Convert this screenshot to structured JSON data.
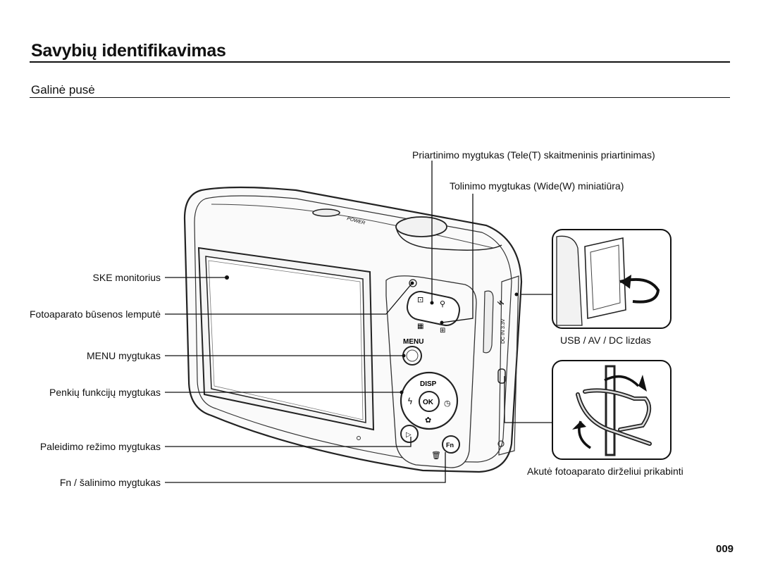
{
  "header": {
    "title": "Savybių identifikavimas",
    "subtitle": "Galinė pusė"
  },
  "labels": {
    "tele": "Priartinimo mygtukas (Tele(T) skaitmeninis priartinimas)",
    "wide": "Tolinimo mygtukas (Wide(W) miniatiūra)",
    "monitor": "SKE monitorius",
    "status_lamp": "Fotoaparato būsenos lemputė",
    "menu_button": "MENU mygtukas",
    "five_function": "Penkių funkcijų mygtukas",
    "playback": "Paleidimo režimo mygtukas",
    "fn_delete": "Fn / šalinimo mygtukas",
    "usb_port": "USB / AV / DC lizdas",
    "strap": "Akutė fotoaparato dirželiui prikabinti"
  },
  "camera_markings": {
    "power": "POWER",
    "menu": "MENU",
    "disp": "DISP",
    "ok": "OK",
    "fn": "Fn",
    "dc_in": "DC IN 3.3V"
  },
  "page_number": "009"
}
